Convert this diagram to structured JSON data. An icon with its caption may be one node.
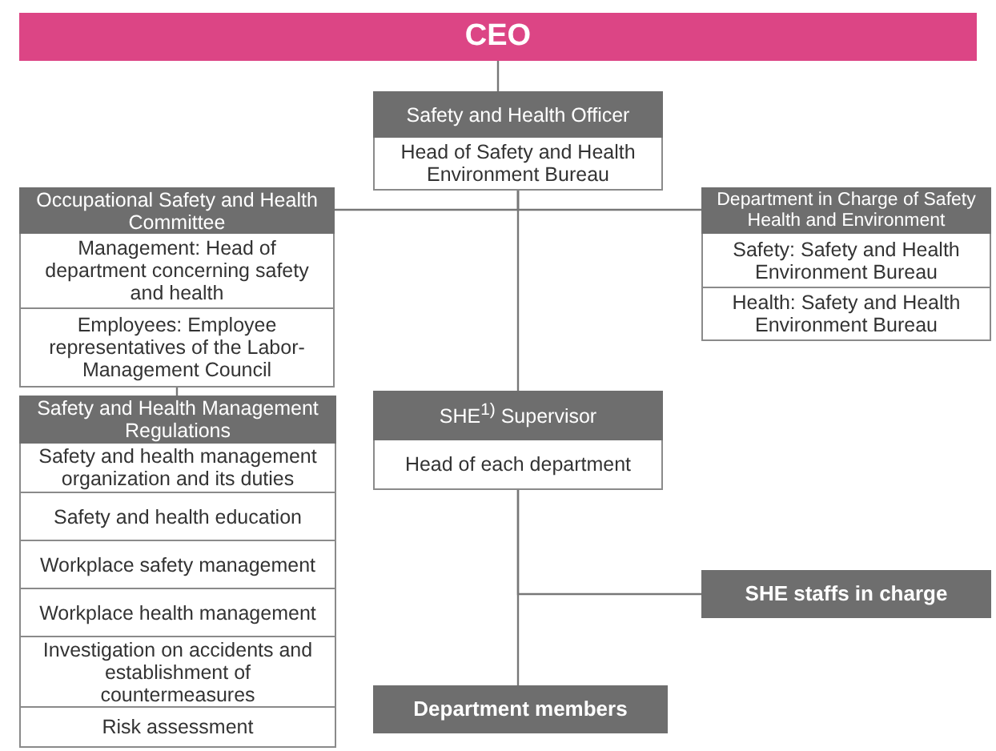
{
  "diagram": {
    "nodes": [
      {
        "text": [
          "CEO"
        ]
      },
      {
        "text": [
          "Safety and Health Officer",
          "Head of Safety and Health Environment Bureau"
        ]
      },
      {
        "text": [
          "Occupational Safety and Health Committee",
          "Management: Head of department concerning safety and health",
          "Employees: Employee representatives of the Labor-Management Council"
        ]
      },
      {
        "text": [
          "Department in Charge of Safety Health and Environment",
          "Safety: Safety and Health Environment Bureau",
          "Health: Safety and Health Environment Bureau"
        ]
      },
      {
        "text": [
          "Safety and Health Management Regulations",
          "Safety and health management organization and its duties",
          "Safety and health education",
          "Workplace safety management",
          "Workplace health management",
          "Investigation on accidents and establishment of countermeasures",
          "Risk assessment"
        ]
      },
      {
        "text": [
          "SHE$^{1)}$ Supervisor",
          "Head of each department"
        ]
      },
      {
        "text": [
          "SHE staffs in charge"
        ]
      },
      {
        "text": [
          "Department members"
        ]
      }
    ],
    "edges": [
      {
        "from": 0,
        "to": 1,
        "arrow": "none"
      },
      {
        "from": 1,
        "to": 2,
        "arrow": "none"
      },
      {
        "from": 1,
        "to": 3,
        "arrow": "none"
      },
      {
        "from": 1,
        "to": 5,
        "arrow": "none"
      },
      {
        "from": 2,
        "to": 4,
        "arrow": "none"
      },
      {
        "from": 5,
        "to": 6,
        "arrow": "none"
      },
      {
        "from": 5,
        "to": 7,
        "arrow": "none"
      }
    ]
  }
}
